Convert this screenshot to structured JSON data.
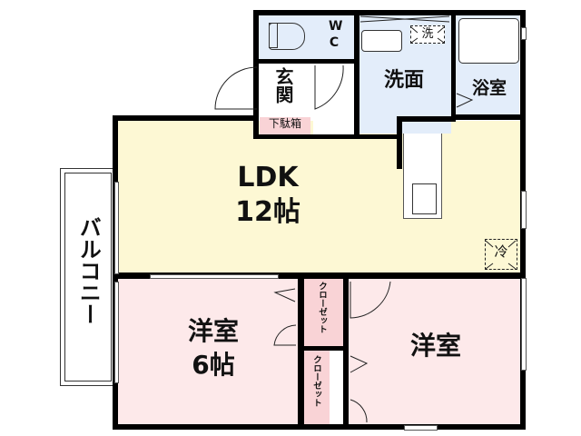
{
  "floor_plan": {
    "rooms": {
      "ldk": {
        "name": "LDK",
        "size": "12帖"
      },
      "western_6": {
        "name": "洋室",
        "size": "6帖"
      },
      "western_2": {
        "name": "洋室"
      },
      "wc": {
        "name": "WC"
      },
      "washroom": {
        "name": "洗面"
      },
      "bathroom": {
        "name": "浴室"
      },
      "entrance": {
        "name": "玄関"
      },
      "shoe_box": {
        "name": "下駄箱"
      },
      "closet_1": {
        "name": "クローゼット"
      },
      "closet_2": {
        "name": "クローゼット"
      },
      "balcony": {
        "name": "バルコニー"
      }
    },
    "fixtures": {
      "washer_space": "洗",
      "fridge_space": "冷"
    },
    "colors": {
      "ldk": "#fdf8d4",
      "wet_area": "#e3edfa",
      "western": "#fde9ea",
      "closet": "#f9d3d6",
      "wall": "#000000"
    }
  }
}
